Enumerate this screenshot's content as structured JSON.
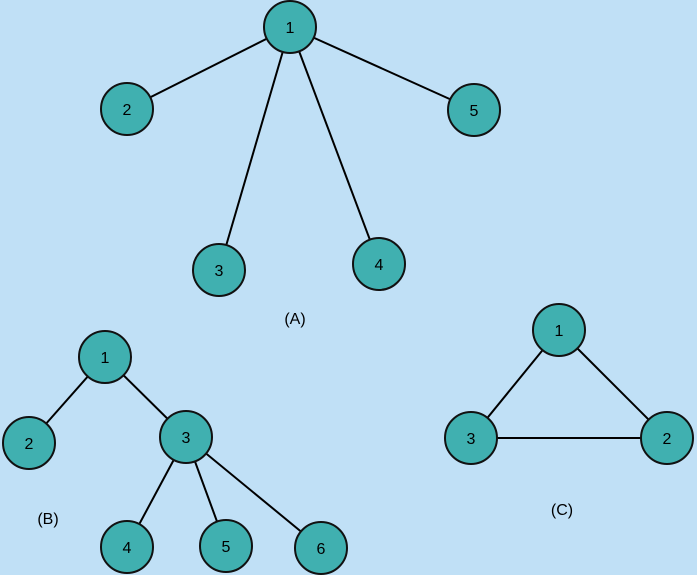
{
  "colors": {
    "background": "#c0e0f6",
    "node_fill": "#40b0b0",
    "node_stroke": "#111111",
    "edge": "#000000"
  },
  "graphs": [
    {
      "caption": "(A)",
      "nodes": [
        {
          "id": "1",
          "label": "1"
        },
        {
          "id": "2",
          "label": "2"
        },
        {
          "id": "3",
          "label": "3"
        },
        {
          "id": "4",
          "label": "4"
        },
        {
          "id": "5",
          "label": "5"
        }
      ],
      "edges": [
        [
          "1",
          "2"
        ],
        [
          "1",
          "3"
        ],
        [
          "1",
          "4"
        ],
        [
          "1",
          "5"
        ]
      ]
    },
    {
      "caption": "(B)",
      "nodes": [
        {
          "id": "1",
          "label": "1"
        },
        {
          "id": "2",
          "label": "2"
        },
        {
          "id": "3",
          "label": "3"
        },
        {
          "id": "4",
          "label": "4"
        },
        {
          "id": "5",
          "label": "5"
        },
        {
          "id": "6",
          "label": "6"
        }
      ],
      "edges": [
        [
          "1",
          "2"
        ],
        [
          "1",
          "3"
        ],
        [
          "3",
          "4"
        ],
        [
          "3",
          "5"
        ],
        [
          "3",
          "6"
        ]
      ]
    },
    {
      "caption": "(C)",
      "nodes": [
        {
          "id": "1",
          "label": "1"
        },
        {
          "id": "2",
          "label": "2"
        },
        {
          "id": "3",
          "label": "3"
        }
      ],
      "edges": [
        [
          "1",
          "3"
        ],
        [
          "1",
          "2"
        ],
        [
          "3",
          "2"
        ]
      ]
    }
  ]
}
